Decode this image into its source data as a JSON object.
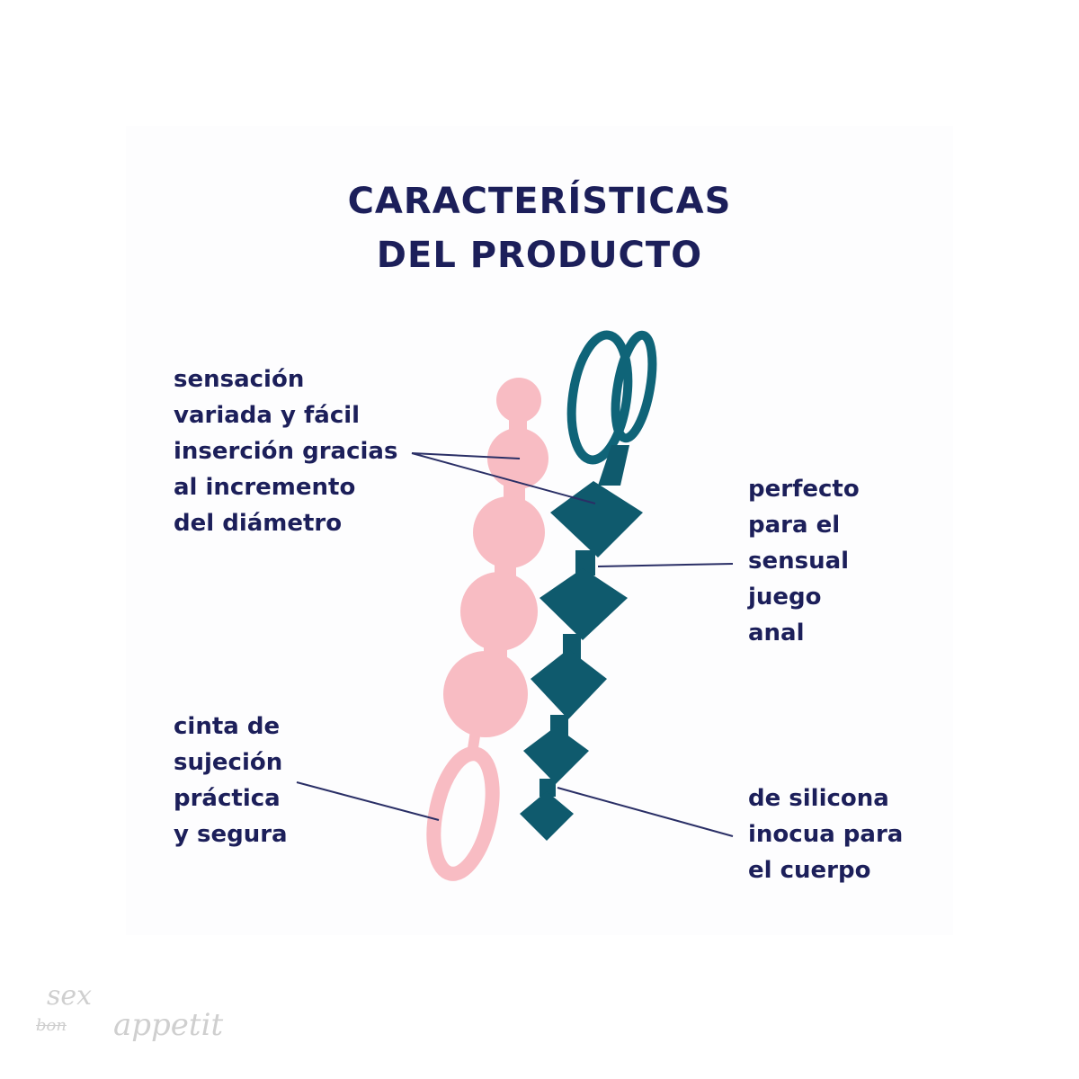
{
  "title": {
    "line1": "CARACTERÍSTICAS",
    "line2": "DEL PRODUCTO"
  },
  "features": [
    {
      "text": "sensación\nvariada y fácil\ninserción gracias\nal incremento\ndel diámetro"
    },
    {
      "text": "perfecto\npara el\nsensual\njuego\nanal"
    },
    {
      "text": "cinta de\nsujeción\npráctica\ny segura"
    },
    {
      "text": "de silicona\ninocua para\nel cuerpo"
    }
  ],
  "watermark": {
    "word1": "sex",
    "word2": "bon",
    "word3": "appetit"
  },
  "colors": {
    "text": "#1c1f5a",
    "pink": "#f8b9c0",
    "teal": "#0f5a6d"
  }
}
